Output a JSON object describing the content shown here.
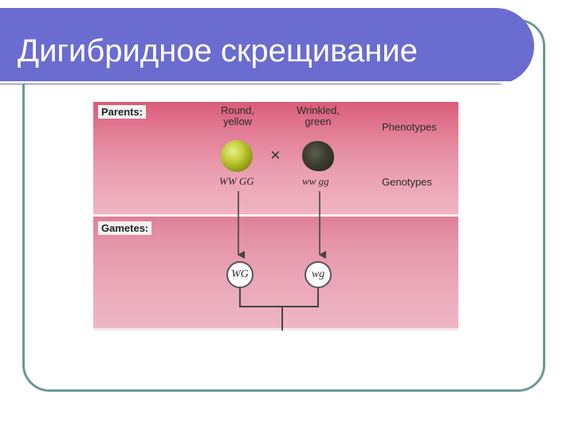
{
  "slide": {
    "title": "Дигибридное скрещивание"
  },
  "figure": {
    "parents_label": "Parents:",
    "gametes_label": "Gametes:",
    "parent1_phenotype_line1": "Round,",
    "parent1_phenotype_line2": "yellow",
    "parent2_phenotype_line1": "Wrinkled,",
    "parent2_phenotype_line2": "green",
    "cross_symbol": "×",
    "parent1_genotype": "WW GG",
    "parent2_genotype": "ww gg",
    "phenotypes_label": "Phenotypes",
    "genotypes_label": "Genotypes",
    "gamete1": "WG",
    "gamete2": "wg",
    "colors": {
      "title_bar": "#6a6ccf",
      "frame_border": "#6b9a96",
      "figure_pink": "#e593a8"
    }
  }
}
